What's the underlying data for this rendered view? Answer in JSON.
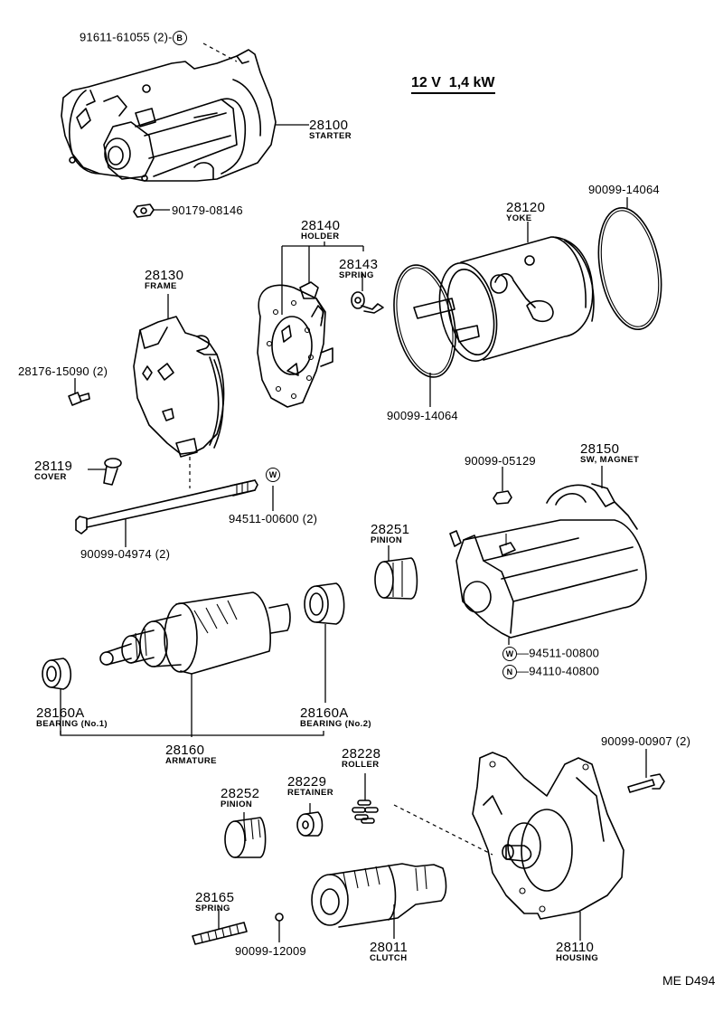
{
  "diagram": {
    "spec": "12 V  1,4 kW",
    "code": "ME D494",
    "parts": {
      "starter": {
        "number": "28100",
        "name": "STARTER"
      },
      "bolt_b": {
        "number": "91611-61055 (2)-",
        "marker": "B"
      },
      "nut_top": {
        "number": "90179-08146"
      },
      "holder": {
        "number": "28140",
        "name": "HOLDER"
      },
      "spring_brush": {
        "number": "28143",
        "name": "SPRING"
      },
      "yoke": {
        "number": "28120",
        "name": "YOKE"
      },
      "oring_right": {
        "number": "90099-14064"
      },
      "oring_left": {
        "number": "90099-14064"
      },
      "frame": {
        "number": "28130",
        "name": "FRAME"
      },
      "screw_frame": {
        "number": "28176-15090 (2)"
      },
      "cover": {
        "number": "28119",
        "name": "COVER"
      },
      "washer_w6": {
        "number": "94511-00600 (2)",
        "marker": "W"
      },
      "through_bolt": {
        "number": "90099-04974 (2)"
      },
      "nut_switch": {
        "number": "90099-05129"
      },
      "magnet_switch": {
        "number": "28150",
        "name": "SW, MAGNET"
      },
      "pinion_upper": {
        "number": "28251",
        "name": "PINION"
      },
      "washer_w8": {
        "number": "94511-00800",
        "marker": "W"
      },
      "nut_n8": {
        "number": "94110-40800",
        "marker": "N"
      },
      "bearing_1": {
        "number": "28160A",
        "name": "BEARING (No.1)"
      },
      "bearing_2": {
        "number": "28160A",
        "name": "BEARING (No.2)"
      },
      "armature": {
        "number": "28160",
        "name": "ARMATURE"
      },
      "roller": {
        "number": "28228",
        "name": "ROLLER"
      },
      "retainer": {
        "number": "28229",
        "name": "RETAINER"
      },
      "pinion_lower": {
        "number": "28252",
        "name": "PINION"
      },
      "bolt_housing": {
        "number": "90099-00907 (2)"
      },
      "spring_clutch": {
        "number": "28165",
        "name": "SPRING"
      },
      "ball": {
        "number": "90099-12009"
      },
      "clutch": {
        "number": "28011",
        "name": "CLUTCH"
      },
      "housing": {
        "number": "28110",
        "name": "HOUSING"
      }
    }
  }
}
